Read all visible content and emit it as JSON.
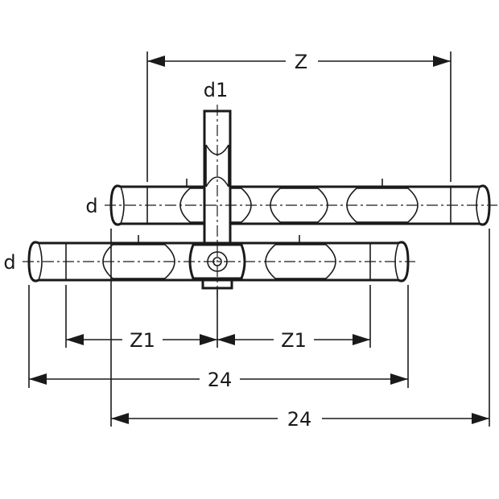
{
  "labels": {
    "z": "Z",
    "d1": "d1",
    "d_upper": "d",
    "d_lower": "d",
    "z1_left": "Z1",
    "z1_right": "Z1",
    "len_lower": "24",
    "len_upper": "24"
  },
  "colors": {
    "line": "#1a1a1a",
    "background": "#ffffff"
  }
}
